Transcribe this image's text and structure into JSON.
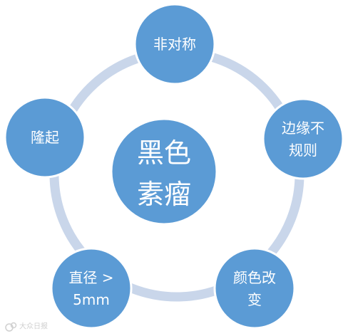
{
  "colors": {
    "ring": "#c9d6ea",
    "node_fill": "#5b9bd5",
    "node_stroke": "#ffffff",
    "text": "#ffffff"
  },
  "center": {
    "line1": "黑色",
    "line2": "素瘤"
  },
  "nodes": [
    {
      "id": "asymmetry",
      "lines": [
        "非对称"
      ]
    },
    {
      "id": "irregular-border",
      "lines": [
        "边缘不",
        "规则"
      ]
    },
    {
      "id": "color-change",
      "lines": [
        "颜色改",
        "变"
      ]
    },
    {
      "id": "diameter",
      "lines": [
        "直径 >",
        "5mm"
      ]
    },
    {
      "id": "elevation",
      "lines": [
        "隆起"
      ]
    }
  ],
  "watermark": {
    "text": "大众日报"
  }
}
